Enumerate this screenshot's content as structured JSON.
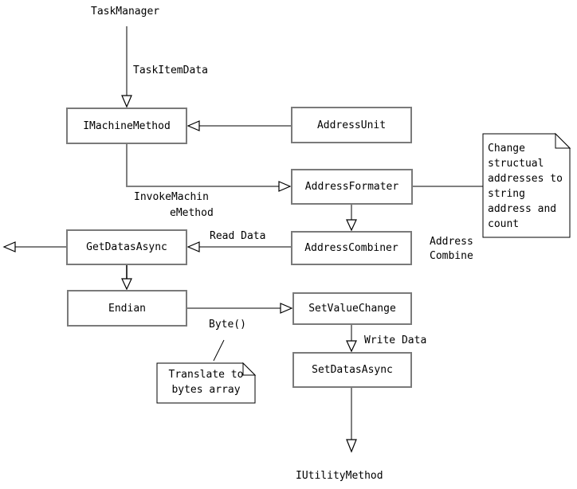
{
  "diagram_title": "TaskManager machine method flow",
  "colors": {
    "background": "#ffffff",
    "box_border": "#7a7a7a",
    "gray_line": "#7f7f7f",
    "black_line": "#000000",
    "text": "#000000"
  },
  "nodes": {
    "task_manager": "TaskManager",
    "imachine_method": "IMachineMethod",
    "address_unit": "AddressUnit",
    "address_formater": "AddressFormater",
    "address_combiner": "AddressCombiner",
    "get_datas_async": "GetDatasAsync",
    "endian": "Endian",
    "set_value_change": "SetValueChange",
    "set_datas_async": "SetDatasAsync",
    "iutility_method": "IUtilityMethod"
  },
  "edge_labels": {
    "task_item_data": "TaskItemData",
    "invoke_machine_method_line1": "InvokeMachin",
    "invoke_machine_method_line2": "eMethod",
    "read_data": "Read Data",
    "address_combine": "Address\nCombine",
    "byte": "Byte()",
    "write_data": "Write Data"
  },
  "notes": {
    "change_structural": "Change\nstructual\naddresses to\nstring\naddress and\ncount",
    "translate_bytes": "Translate to\nbytes array"
  }
}
